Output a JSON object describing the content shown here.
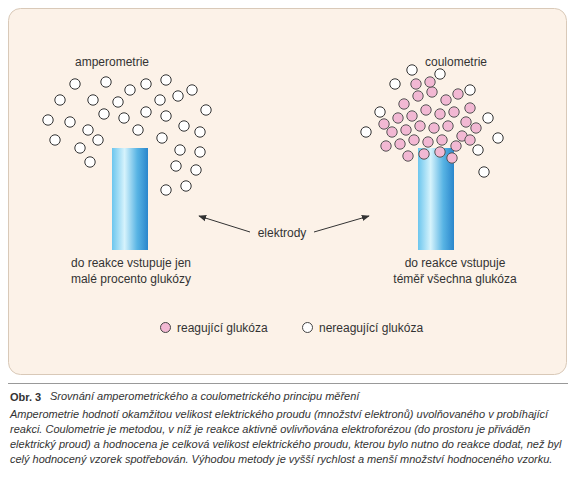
{
  "diagram": {
    "caption": "Srovnání amperometrického a coulometrického principu měření",
    "labels": [
      "amperometrie",
      "coulometrie",
      "elektrody",
      "do reakce vstupuje jen malé procento glukózy",
      "do reakce vstupuje téměř všechna glukóza",
      "Obr. 3",
      "Amperometrie hodnotí okamžitou velikost elektrického proudu (množství elektronů) uvolňovaného v probíhající reakci. Coulometrie je metodou, v níž je reakce aktivně ovlivňována elektroforézou (do prostoru je přiváděn elektrický proud) a hodnocena je celková velikost elektrického proudu, kterou bylo nutno do reakce dodat, než byl celý hodnocený vzorek spotřebován. Výhodou metody je vyšší rychlost a menší množství hodnoceného vzorku."
    ],
    "legend": [
      {
        "text": "reagující glukóza",
        "color": "#f2b8d3"
      },
      {
        "text": "nereagující glukóza",
        "color": "#ffffff"
      }
    ]
  }
}
